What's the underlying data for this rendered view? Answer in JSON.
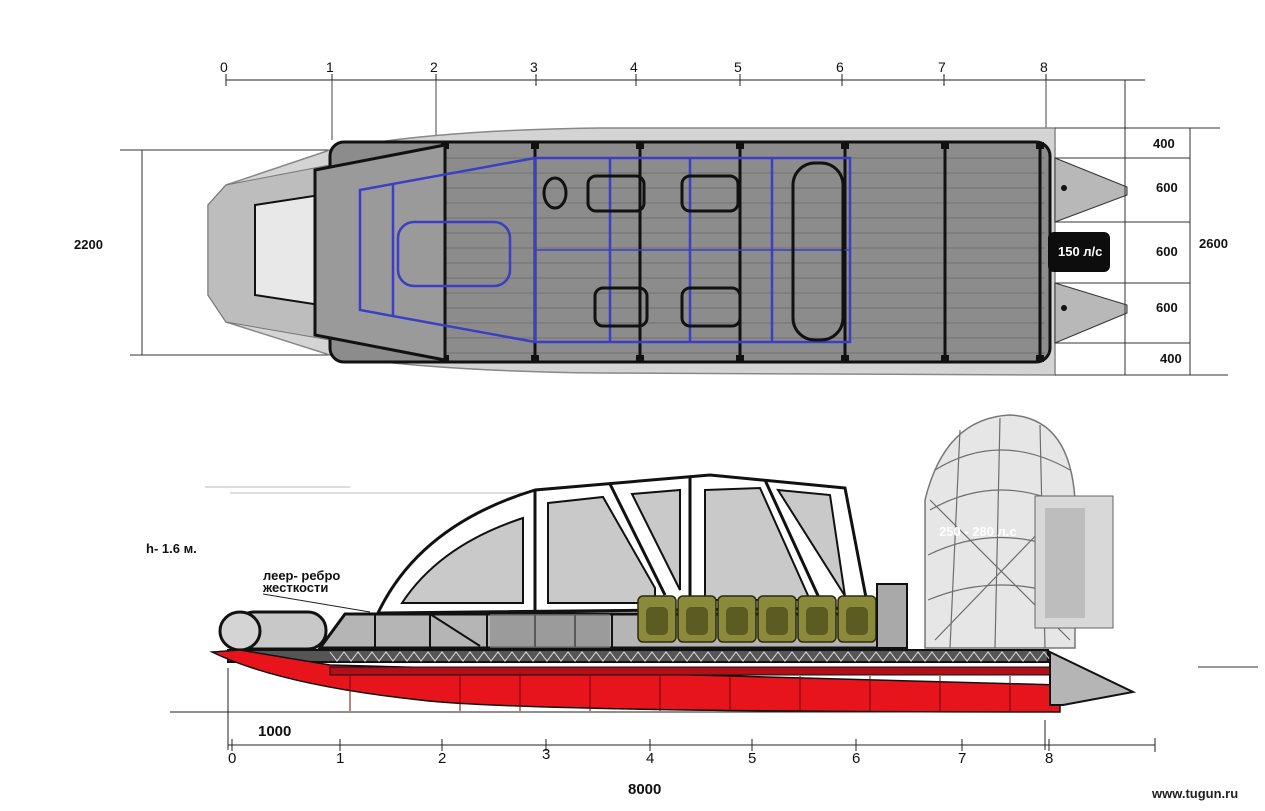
{
  "top_view": {
    "ruler_ticks": [
      "0",
      "1",
      "2",
      "3",
      "4",
      "5",
      "6",
      "7",
      "8"
    ],
    "width_label": "2200",
    "overall_width_label": "2600",
    "right_segments": [
      "400",
      "600",
      "600",
      "600",
      "400"
    ],
    "engine_label": "150 л/с"
  },
  "side_view": {
    "height_label": "h- 1.6 м.",
    "rail_label_line1": "леер- ребро",
    "rail_label_line2": "жесткости",
    "engine_label": "250 - 280 л.с",
    "bottom_ticks": [
      "0",
      "1",
      "2",
      "3",
      "4",
      "5",
      "6",
      "7",
      "8"
    ],
    "segment_label": "1000",
    "overall_length_label": "8000"
  },
  "watermark": "www.tugun.ru",
  "colors": {
    "hull_red": "#e8141c",
    "seat_outline": "#3a3fc4",
    "deck_gray": "#8c8c8c",
    "light_gray": "#c8c8c8",
    "cabin_glass": "#c9c9c9",
    "canister_olive": "#8a8a3a"
  }
}
